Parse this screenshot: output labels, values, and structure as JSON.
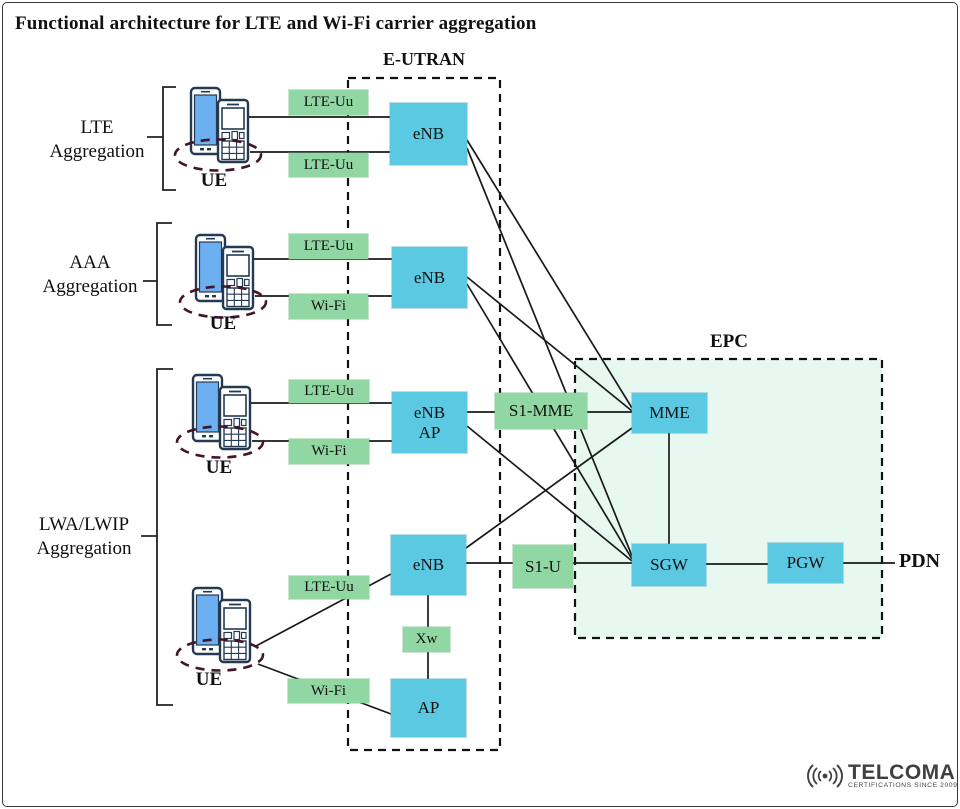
{
  "title": "Functional architecture for LTE and Wi-Fi carrier aggregation",
  "regions": {
    "eutran": "E-UTRAN",
    "epc": "EPC",
    "pdn": "PDN"
  },
  "groups": [
    {
      "title_lines": [
        "LTE",
        "Aggregation"
      ],
      "ue": "UE",
      "interfaces": [
        {
          "label": "LTE-Uu"
        },
        {
          "label": "LTE-Uu"
        }
      ]
    },
    {
      "title_lines": [
        "AAA",
        "Aggregation"
      ],
      "ue": "UE",
      "interfaces": [
        {
          "label": "LTE-Uu"
        },
        {
          "label": "Wi-Fi"
        }
      ]
    },
    {
      "title_lines": [
        "LWA/LWIP",
        "Aggregation"
      ],
      "ue_top": "UE",
      "ue_bottom": "UE",
      "interfaces_top": [
        {
          "label": "LTE-Uu"
        },
        {
          "label": "Wi-Fi"
        }
      ],
      "interfaces_bottom": [
        {
          "label": "LTE-Uu"
        },
        {
          "label": "Wi-Fi"
        }
      ]
    }
  ],
  "nodes": {
    "enb1": {
      "label": "eNB"
    },
    "enb2": {
      "label": "eNB"
    },
    "enb_ap": {
      "line1": "eNB",
      "line2": "AP"
    },
    "enb4": {
      "label": "eNB"
    },
    "ap": {
      "label": "AP"
    },
    "mme": {
      "label": "MME"
    },
    "sgw": {
      "label": "SGW"
    },
    "pgw": {
      "label": "PGW"
    }
  },
  "core_interfaces": {
    "s1_mme": "S1-MME",
    "s1_u": "S1-U",
    "xw": "Xw"
  },
  "logo": {
    "brand": "TELCOMA",
    "tagline": "CERTIFICATIONS SINCE 2009"
  },
  "colors": {
    "node_fill": "#5bc9e2",
    "interface_fill": "#90d7a3",
    "epc_fill": "#e7f8f1",
    "line": "#1a1a1a",
    "ue_ellipse": "#43152a"
  }
}
